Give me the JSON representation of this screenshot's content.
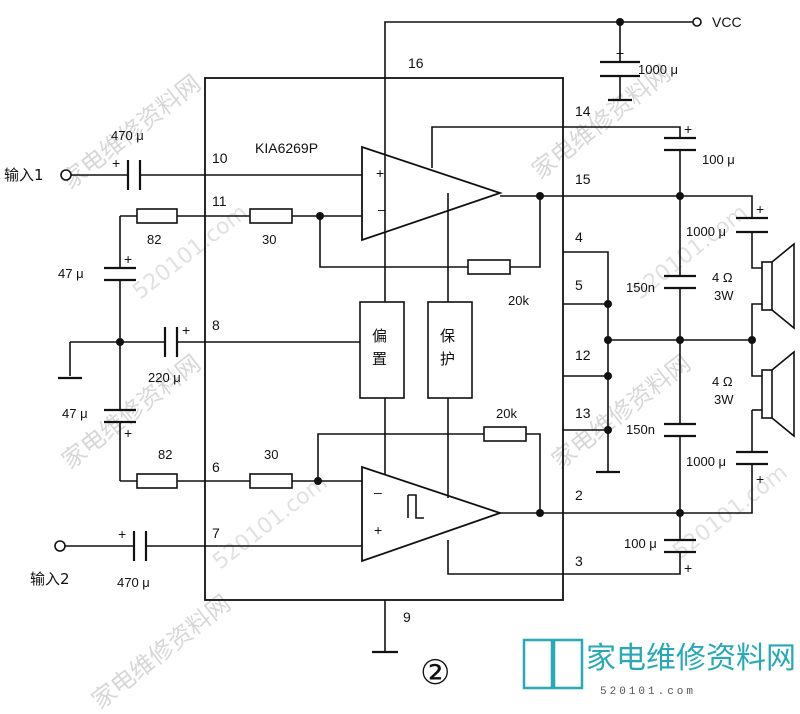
{
  "chip": {
    "name": "KIA6269P"
  },
  "supply": {
    "vcc": "VCC",
    "cap_label": "1000 μ"
  },
  "inputs": {
    "in1": "输入1",
    "in2": "输入2",
    "cap1": "470 μ",
    "cap2": "470 μ"
  },
  "blocks": {
    "bias": "偏置",
    "protect": "保护"
  },
  "pins": {
    "p16": "16",
    "p14": "14",
    "p10": "10",
    "p15": "15",
    "p11": "11",
    "p4": "4",
    "p5": "5",
    "p8": "8",
    "p12": "12",
    "p13": "13",
    "p6": "6",
    "p2": "2",
    "p7": "7",
    "p3": "3",
    "p9": "9"
  },
  "resistors": {
    "r82_top": "82",
    "r30_top": "30",
    "r20k_top": "20k",
    "r82_bot": "82",
    "r30_bot": "30",
    "r20k_bot": "20k"
  },
  "capacitors": {
    "c47_top": "47 μ",
    "c220": "220 μ",
    "c47_bot": "47 μ",
    "c100_top": "100 μ",
    "c1000_top": "1000 μ",
    "c150_top": "150n",
    "c150_bot": "150n",
    "c1000_bot": "1000 μ",
    "c100_bot": "100 μ"
  },
  "speakers": {
    "top": {
      "imp": "4 Ω",
      "pow": "3W"
    },
    "bot": {
      "imp": "4 Ω",
      "pow": "3W"
    }
  },
  "figure_label": "②",
  "watermark": {
    "cn": "家电维修资料网",
    "num": "520101.com",
    "logo_num": "520101.com"
  }
}
